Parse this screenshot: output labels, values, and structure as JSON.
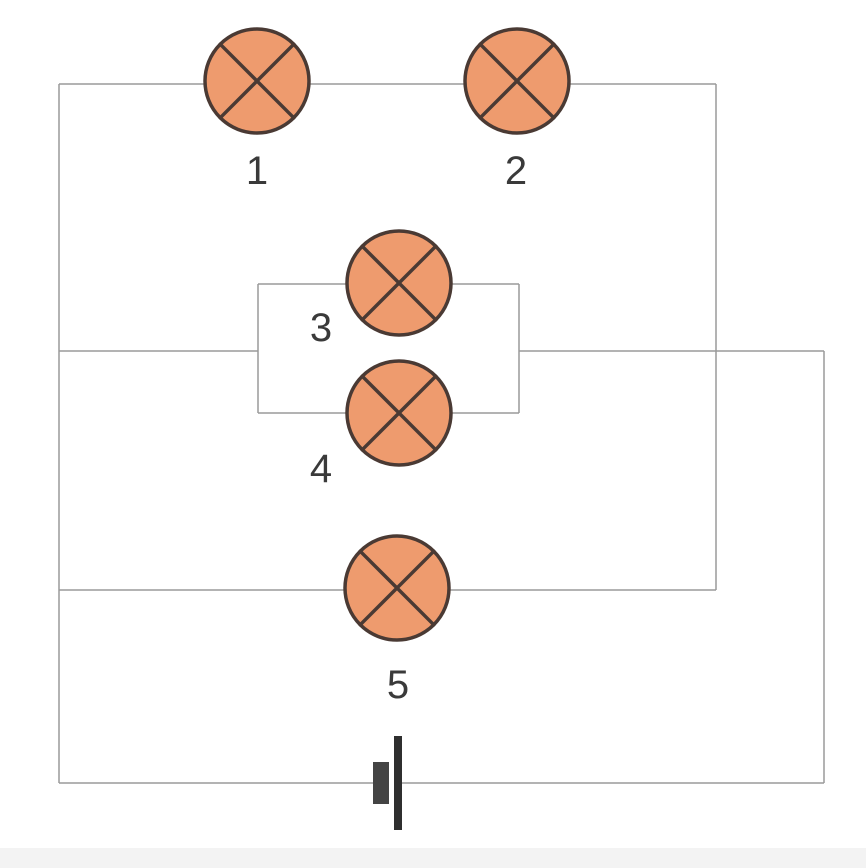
{
  "diagram": {
    "type": "circuit",
    "colors": {
      "bulb_fill": "#ee9b6e",
      "bulb_outline": "#4a3a34",
      "wire": "#9a9a9a",
      "label": "#3a3a3a"
    },
    "lamps": [
      {
        "id": "1",
        "label": "1"
      },
      {
        "id": "2",
        "label": "2"
      },
      {
        "id": "3",
        "label": "3"
      },
      {
        "id": "4",
        "label": "4"
      },
      {
        "id": "5",
        "label": "5"
      }
    ],
    "battery": {
      "icon": "battery-icon"
    }
  }
}
